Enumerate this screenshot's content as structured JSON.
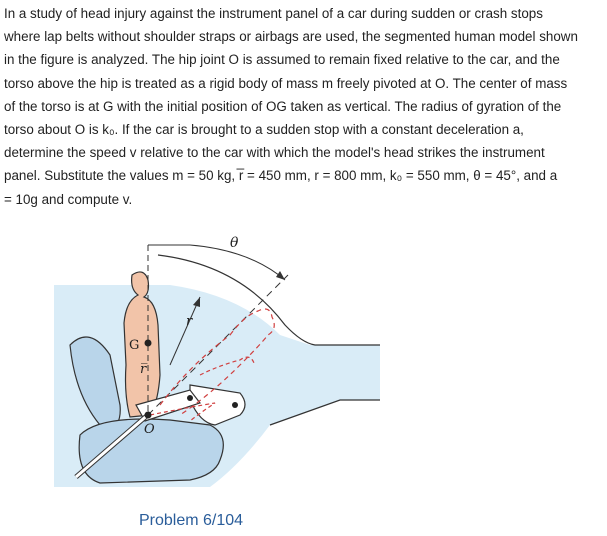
{
  "problem": {
    "lines": [
      "In a study of head injury against the instrument panel of a car during sudden or crash stops",
      "where lap belts without shoulder straps or airbags are used, the segmented human model shown",
      "in the figure is analyzed. The hip joint O is assumed to remain fixed relative to the car, and the",
      "torso above the hip is treated as a rigid body of mass m freely pivoted at O. The center of mass",
      "of the torso is at G with the initial position of OG taken as vertical. The radius of gyration of the",
      "torso about O is k₀. If the car is brought to a sudden stop with a constant deceleration a,",
      "determine the speed v relative to the car with which the model's head strikes the instrument",
      "panel. Substitute the values m = 50 kg, r̅ = 450 mm, r = 800 mm, k₀ = 550 mm, θ = 45°, and a",
      "= 10g and compute v."
    ]
  },
  "figure": {
    "label_theta": "θ",
    "label_r": "r",
    "label_G": "G",
    "label_rbar": "r̅",
    "label_O": "O",
    "colors": {
      "cabin_fill": "#d9ecf7",
      "seat_fill": "#b9d5ea",
      "torso_fill": "#f2c4a9",
      "outline": "#333333",
      "dashed_red": "#d04040"
    }
  },
  "caption": "Problem 6/104"
}
